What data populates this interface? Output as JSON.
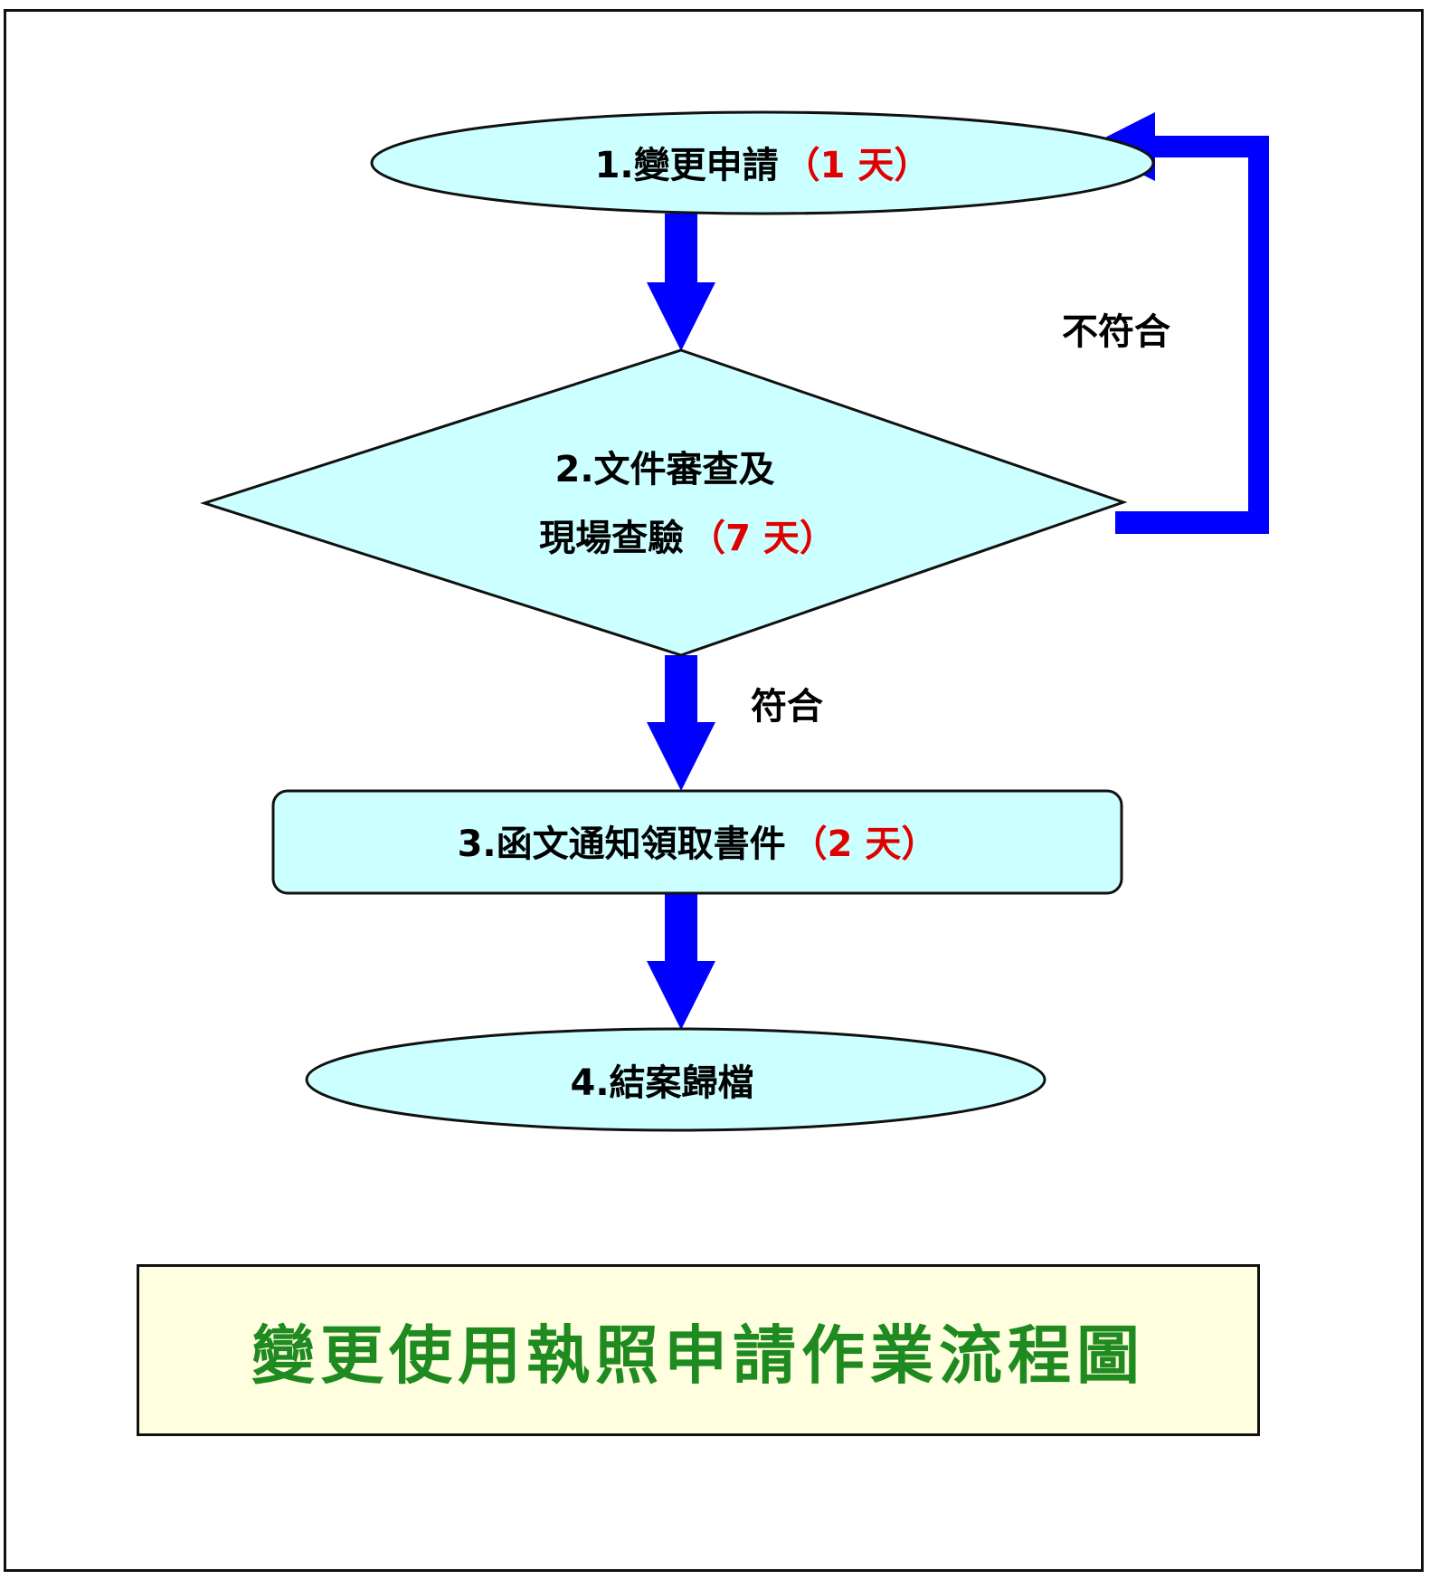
{
  "colors": {
    "node_fill": "#ccffff",
    "arrow": "#0000ff",
    "duration_text": "#e00000",
    "caption_bg": "#ffffe0",
    "caption_text": "#1f8a1f"
  },
  "nodes": {
    "step1": {
      "label": "1.變更申請",
      "duration": "（1 天）"
    },
    "step2": {
      "line1": "2.文件審查及",
      "line2": "現場查驗",
      "duration": "（7 天）"
    },
    "step3": {
      "label": "3.函文通知領取書件",
      "duration": "（2 天）"
    },
    "step4": {
      "label": "4.結案歸檔"
    }
  },
  "edges": {
    "pass_label": "符合",
    "fail_label": "不符合"
  },
  "caption": "變更使用執照申請作業流程圖"
}
